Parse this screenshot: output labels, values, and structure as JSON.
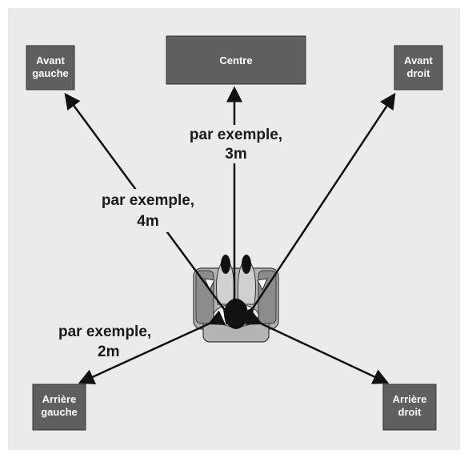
{
  "colors": {
    "panel_bg": "#ebebeb",
    "speaker_fill": "#5f5f5f",
    "chair_fill": "#b4b4b4",
    "chair_dark": "#8c8c8c",
    "head_fill": "#111111",
    "arrow": "#111111",
    "text": "#1a1a1a"
  },
  "speakers": {
    "front_left": [
      "Avant",
      "gauche"
    ],
    "center": [
      "Centre"
    ],
    "front_right": [
      "Avant",
      "droit"
    ],
    "rear_left": [
      "Arrière",
      "gauche"
    ],
    "rear_right": [
      "Arrière",
      "droit"
    ]
  },
  "distance_labels": {
    "center": [
      "par exemple,",
      "3m"
    ],
    "front": [
      "par exemple,",
      "4m"
    ],
    "rear": [
      "par exemple,",
      "2m"
    ]
  },
  "icons": {
    "listener": "person-seated-icon",
    "speaker": "speaker-box-icon"
  }
}
